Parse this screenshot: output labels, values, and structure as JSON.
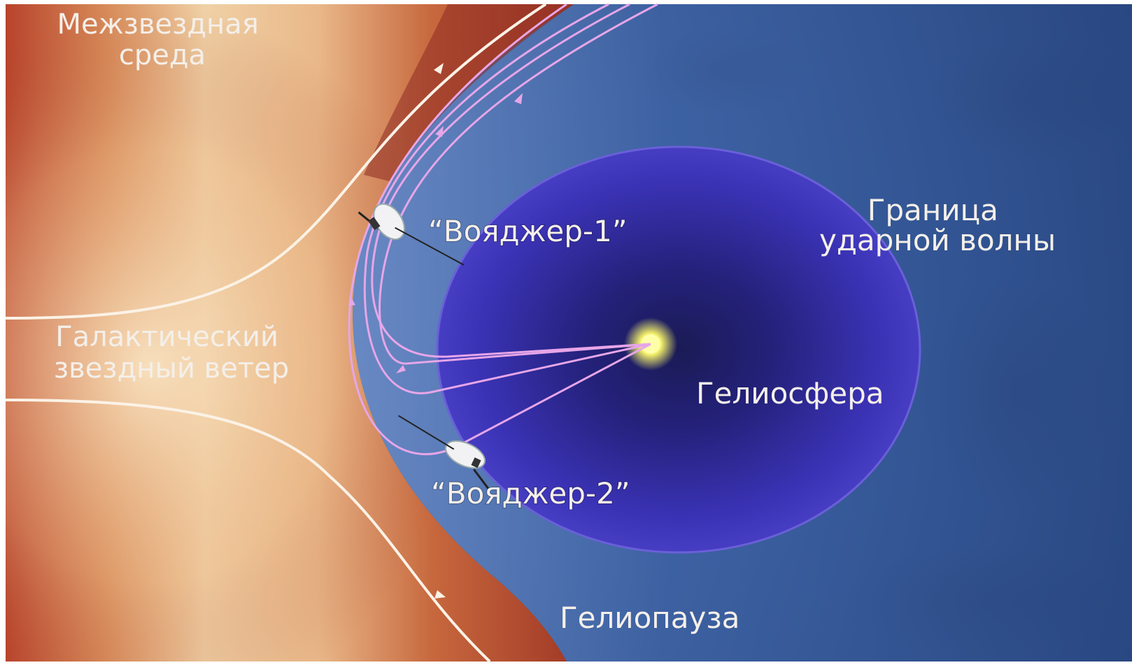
{
  "labels": {
    "interstellar_medium": [
      "Межзвездная",
      "среда"
    ],
    "galactic_wind": [
      "Галактический",
      "звездный ветер"
    ],
    "voyager1": "“Вояджер-1”",
    "voyager2": "“Вояджер-2”",
    "termination_shock": [
      "Граница",
      "ударной волны"
    ],
    "heliosphere": "Гелиосфера",
    "heliopause": "Гелиопауза"
  },
  "colors": {
    "interstellar_warm": "#c46a3c",
    "interstellar_light": "#f2dcb6",
    "heliosheath_blue": "#3d63a0",
    "deep_space": "#16243f",
    "heliosphere_violet": "#3b2fae",
    "sun_yellow": "#f6f36a",
    "field_lines": "#e6a6e8",
    "flow_lines": "#fbf2e6"
  },
  "icons": {
    "spacecraft": "voyager-probe-icon",
    "sun": "sun-icon"
  }
}
